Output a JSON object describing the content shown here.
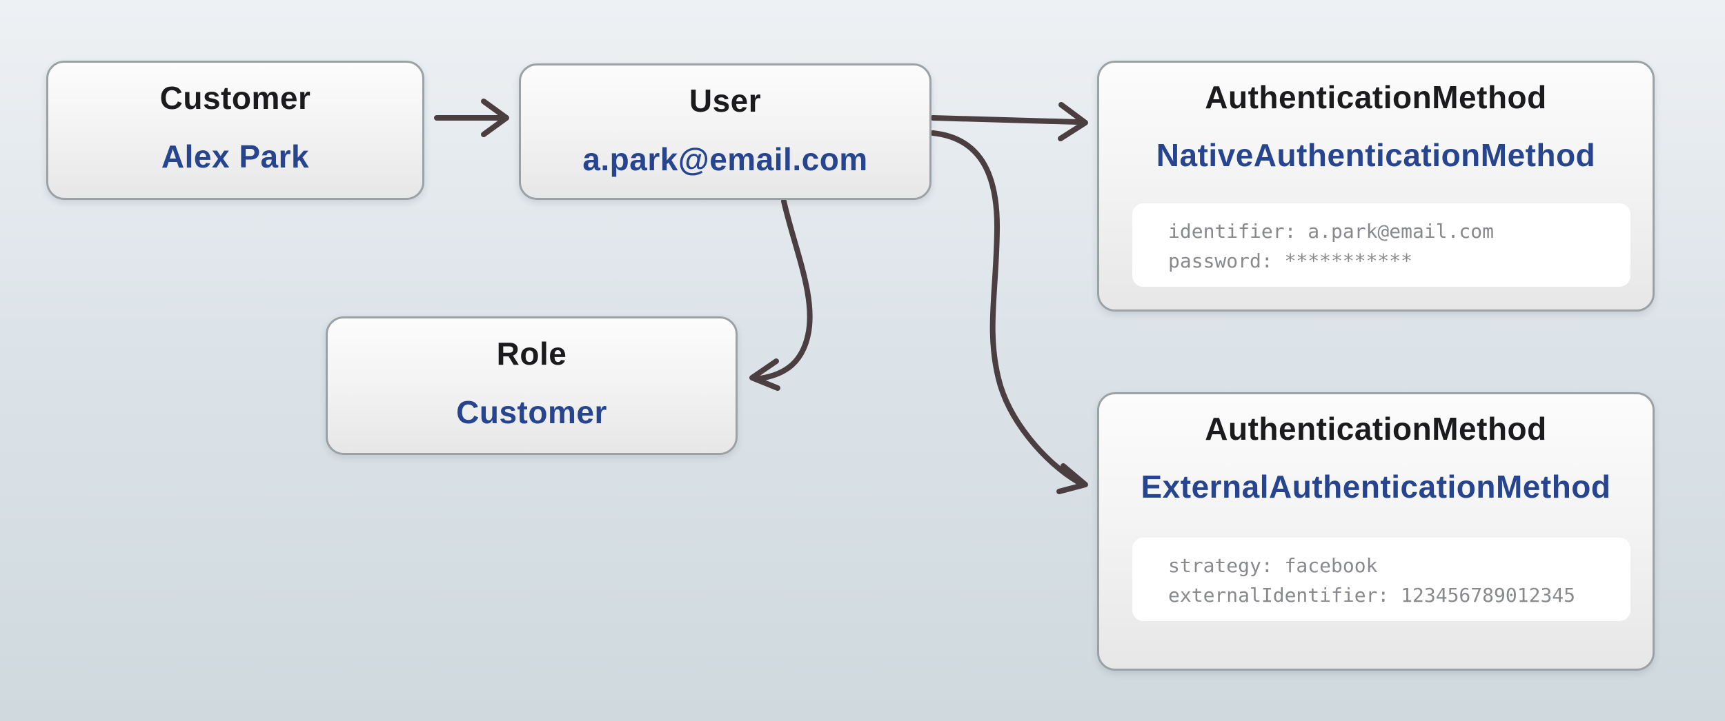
{
  "diagram": {
    "nodes": [
      {
        "id": "customer",
        "title": "Customer",
        "subtitle": "Alex Park"
      },
      {
        "id": "user",
        "title": "User",
        "subtitle": "a.park@email.com"
      },
      {
        "id": "authentication-method-native",
        "title": "AuthenticationMethod",
        "subtitle": "NativeAuthenticationMethod",
        "attributes": [
          "identifier: a.park@email.com",
          "password: ***********"
        ]
      },
      {
        "id": "role",
        "title": "Role",
        "subtitle": "Customer"
      },
      {
        "id": "authentication-method-external",
        "title": "AuthenticationMethod",
        "subtitle": "ExternalAuthenticationMethod",
        "attributes": [
          "strategy: facebook",
          "externalIdentifier: 123456789012345"
        ]
      }
    ],
    "edges": [
      {
        "from": "customer",
        "to": "user"
      },
      {
        "from": "user",
        "to": "authentication-method-native"
      },
      {
        "from": "user",
        "to": "role"
      },
      {
        "from": "user",
        "to": "authentication-method-external"
      }
    ],
    "colors": {
      "background_top": "#eef1f4",
      "background_bottom": "#cfd9de",
      "node_border": "#9ba2a6",
      "title_text": "#1b1b1d",
      "subtitle_text": "#27458f",
      "attribute_text": "#87898c",
      "attribute_background": "#ffffff",
      "arrow": "#4b3e41"
    }
  }
}
